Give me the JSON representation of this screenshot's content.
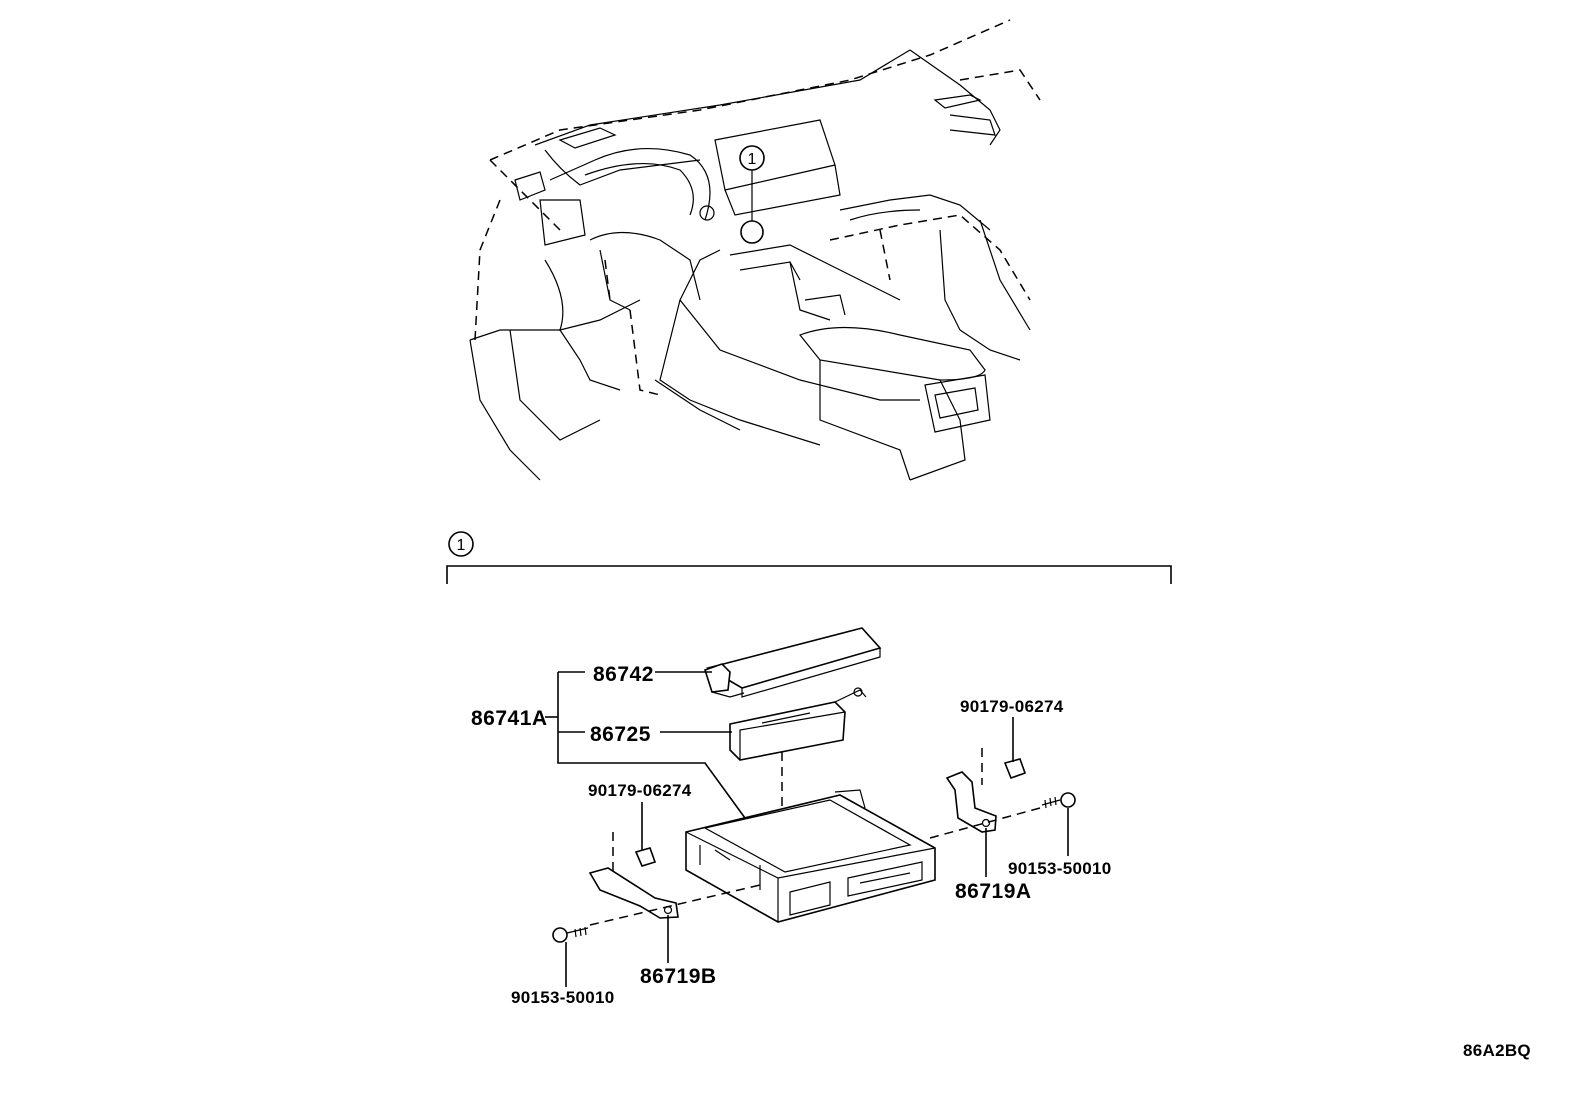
{
  "diagram": {
    "overview_callout": "1",
    "detail_callout": "1",
    "reference_code": "86A2BQ",
    "parts": {
      "p86742": "86742",
      "p86741A": "86741A",
      "p86725": "86725",
      "p90179_right": "90179-06274",
      "p90179_left": "90179-06274",
      "p90153_right": "90153-50010",
      "p86719A": "86719A",
      "p86719B": "86719B",
      "p90153_left": "90153-50010"
    }
  }
}
